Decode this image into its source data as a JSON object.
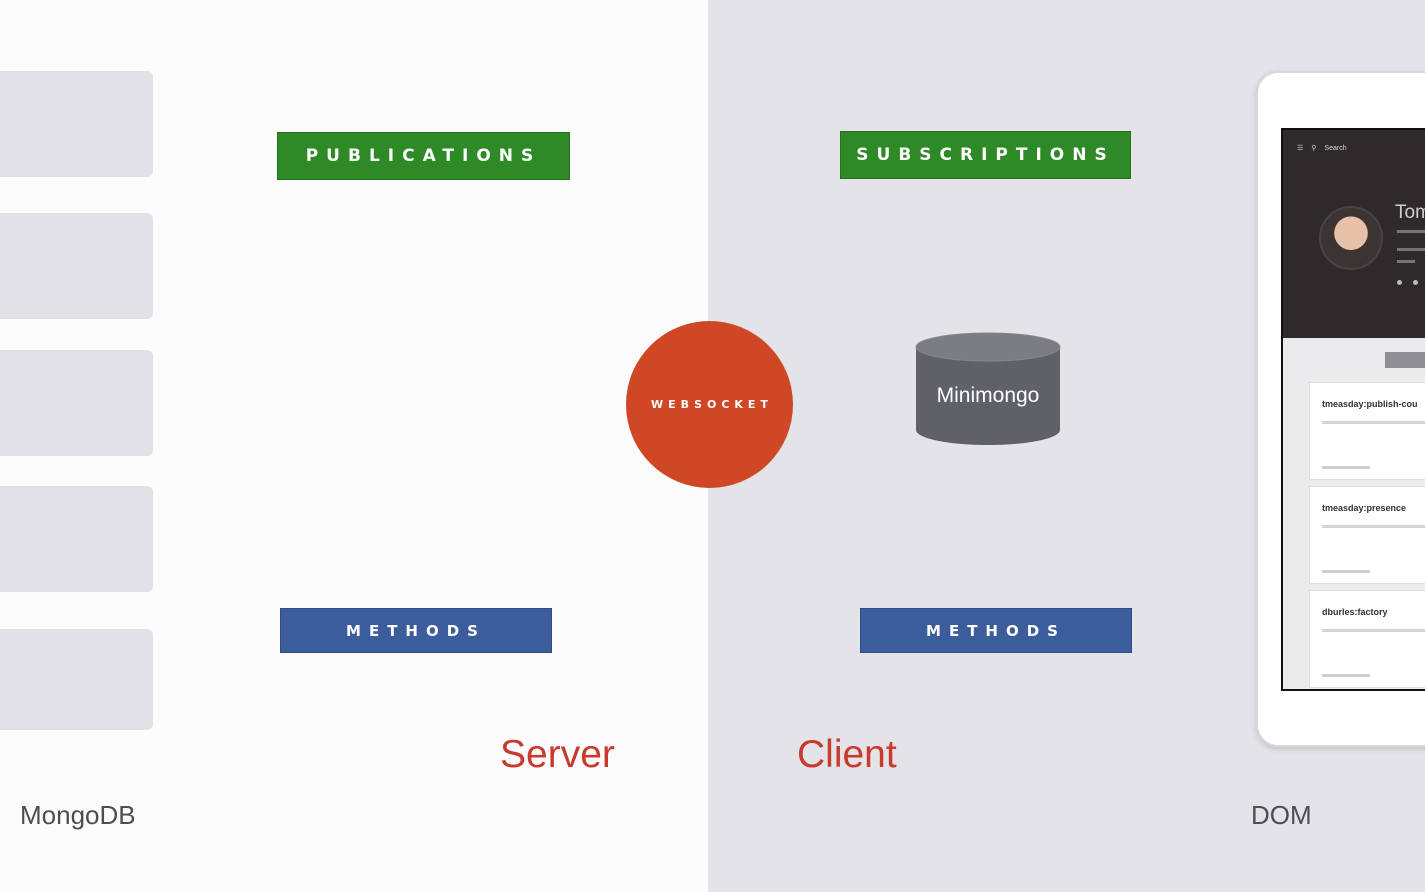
{
  "colors": {
    "server_bg": "#fcfcfd",
    "client_bg": "#e3e3e8",
    "publications": "#2e8a27",
    "subscriptions": "#2e8a27",
    "methods": "#3c5d9c",
    "websocket": "#d04726",
    "minimongo": "#5f6068",
    "accent_text": "#c9392c"
  },
  "server": {
    "publications_label": "PUBLICATIONS",
    "methods_label": "METHODS",
    "title": "Server"
  },
  "client": {
    "subscriptions_label": "SUBSCRIPTIONS",
    "methods_label": "METHODS",
    "minimongo_label": "Minimongo",
    "title": "Client"
  },
  "websocket": {
    "label": "WEBSOCKET"
  },
  "captions": {
    "mongodb": "MongoDB",
    "dom": "DOM"
  },
  "tablet": {
    "search_label": "Search",
    "profile_name": "Tom",
    "cards": [
      {
        "title": "tmeasday:publish-cou"
      },
      {
        "title": "tmeasday:presence"
      },
      {
        "title": "dburles:factory"
      }
    ]
  }
}
